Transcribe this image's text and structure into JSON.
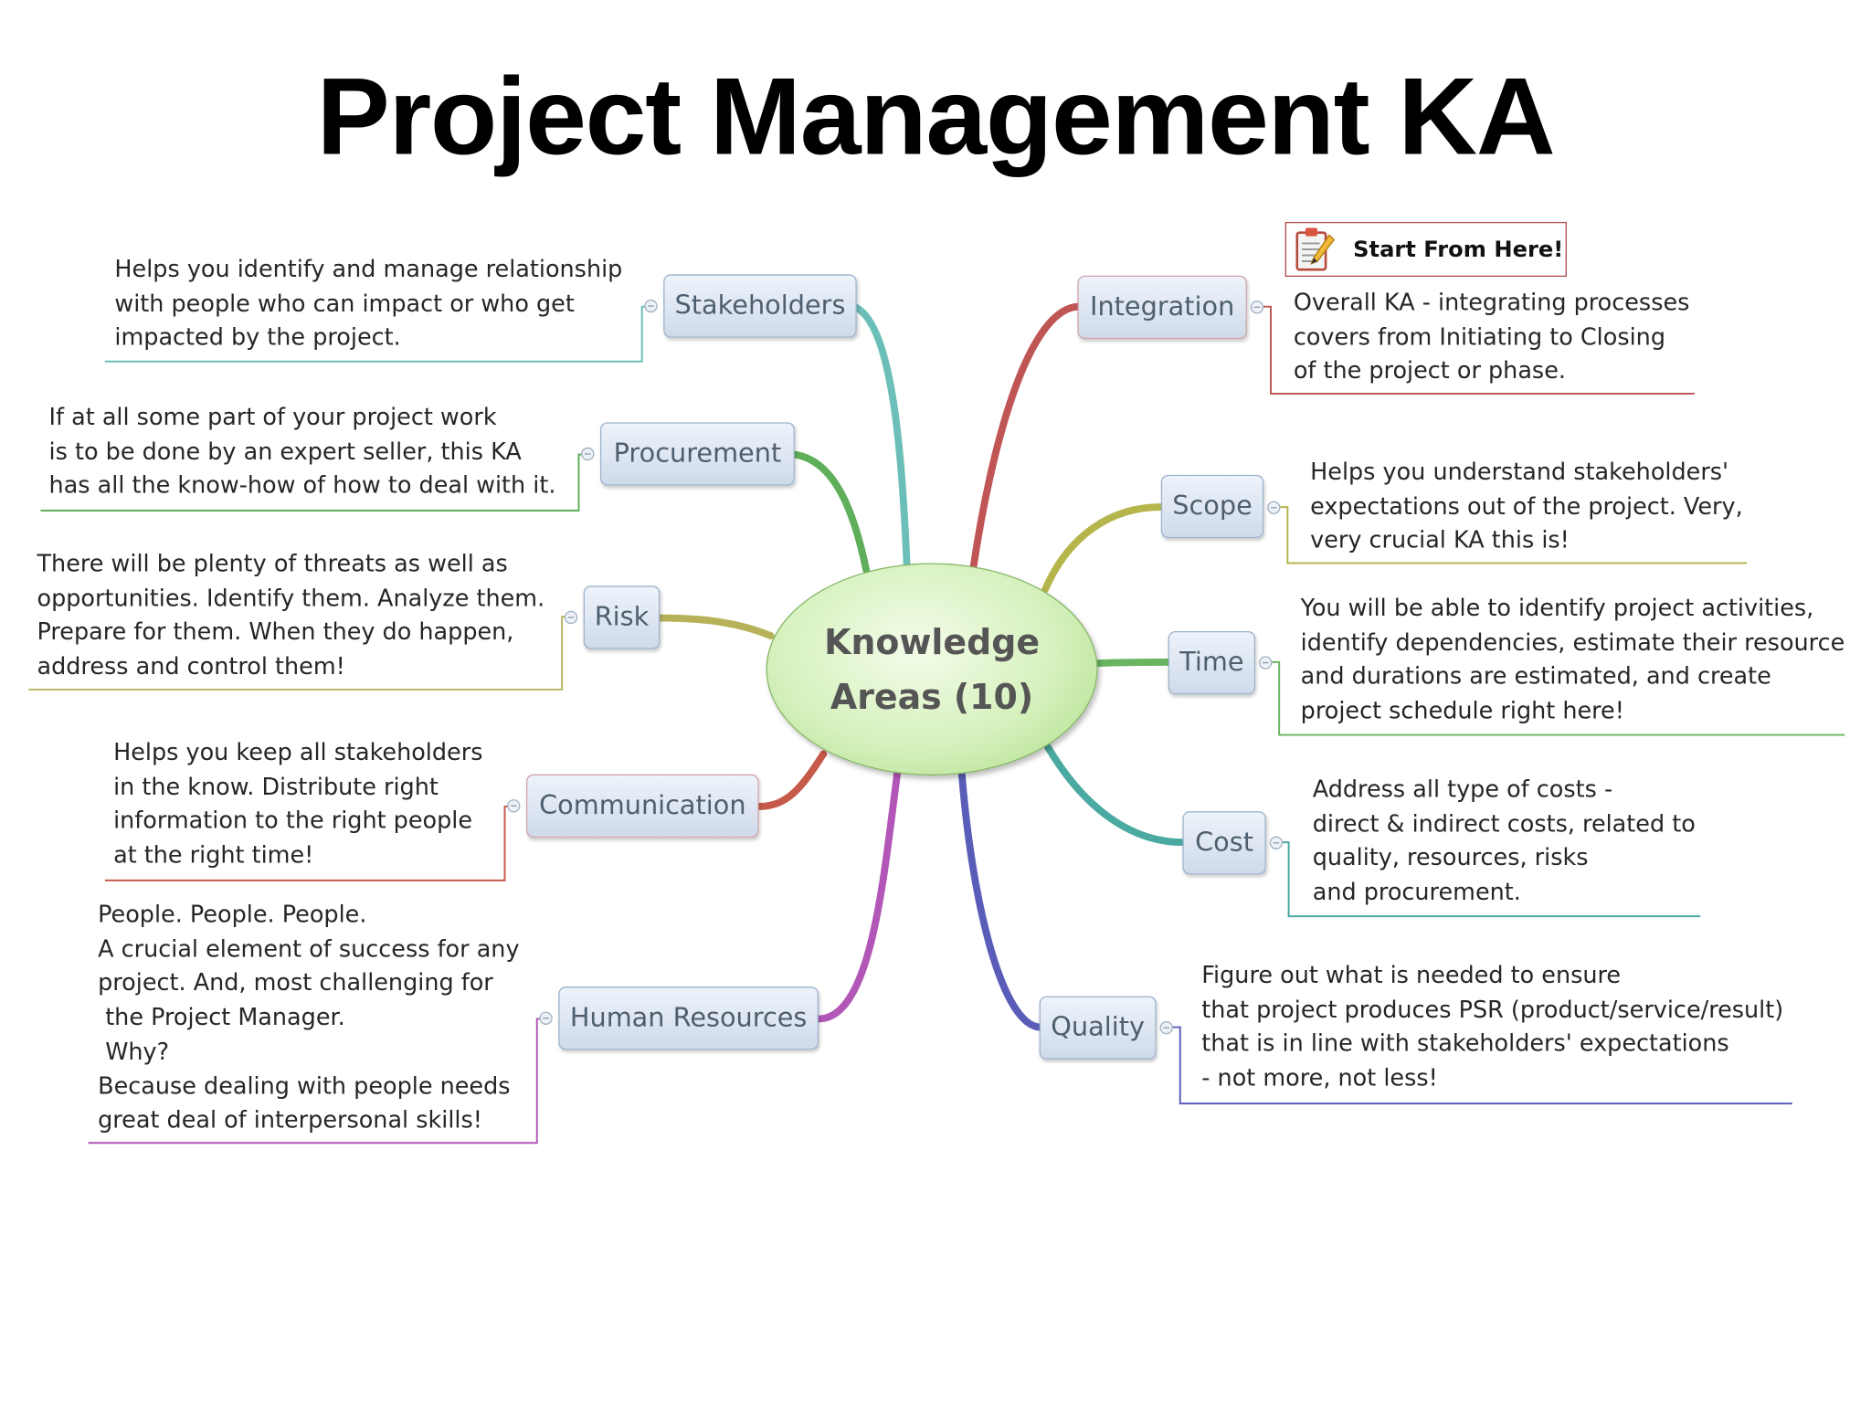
{
  "title": "Project Management KA",
  "center": {
    "label": "Knowledge\nAreas (10)"
  },
  "callout": {
    "label": "Start From Here!",
    "icon": "notepad-pencil-icon"
  },
  "topics": {
    "stakeholders": {
      "label": "Stakeholders",
      "note": "Helps you identify and manage relationship\nwith people who can impact or who get\nimpacted by the project."
    },
    "procurement": {
      "label": "Procurement",
      "note": "If at all some part of your project work\nis to be done by an expert seller, this KA\nhas all the know-how of how to deal with it."
    },
    "risk": {
      "label": "Risk",
      "note": "There will be plenty of threats as well as\nopportunities. Identify them. Analyze them.\nPrepare for them. When they do happen,\naddress and control them!"
    },
    "communication": {
      "label": "Communication",
      "note": "Helps you keep all stakeholders\nin the know. Distribute right\ninformation to the right people\nat the right time!"
    },
    "human_resources": {
      "label": "Human Resources",
      "note": "People. People. People.\nA crucial element of success for any\nproject. And, most challenging for\n the Project Manager.\n Why?\nBecause dealing with people needs\ngreat deal of interpersonal skills!"
    },
    "integration": {
      "label": "Integration",
      "note": "Overall KA - integrating processes\ncovers from Initiating to Closing\nof the project or phase."
    },
    "scope": {
      "label": "Scope",
      "note": "Helps you understand stakeholders'\nexpectations out of the project. Very,\nvery crucial KA this is!"
    },
    "time": {
      "label": "Time",
      "note": "You will be able to identify project activities,\nidentify dependencies, estimate their resource\nand durations are estimated, and create\nproject schedule right here!"
    },
    "cost": {
      "label": "Cost",
      "note": "Address all type of costs -\ndirect & indirect costs, related to\nquality, resources, risks\nand procurement."
    },
    "quality": {
      "label": "Quality",
      "note": "Figure out what is needed to ensure\nthat project produces PSR (product/service/result)\nthat is in line with stakeholders' expectations\n- not more, not less!"
    }
  },
  "colors": {
    "stakeholders_branch": "#6cbfb8",
    "procurement_branch": "#5fae5a",
    "risk_branch": "#b7b25a",
    "communication_branch": "#c65a4a",
    "human_resources_branch": "#b257b7",
    "integration_branch": "#c05555",
    "scope_branch": "#b6b54c",
    "time_branch": "#6ab562",
    "cost_branch": "#4aa9a0",
    "quality_branch": "#5a5db8",
    "center_fill": "#d6f1bd",
    "topic_fill": "#dde6f2"
  }
}
